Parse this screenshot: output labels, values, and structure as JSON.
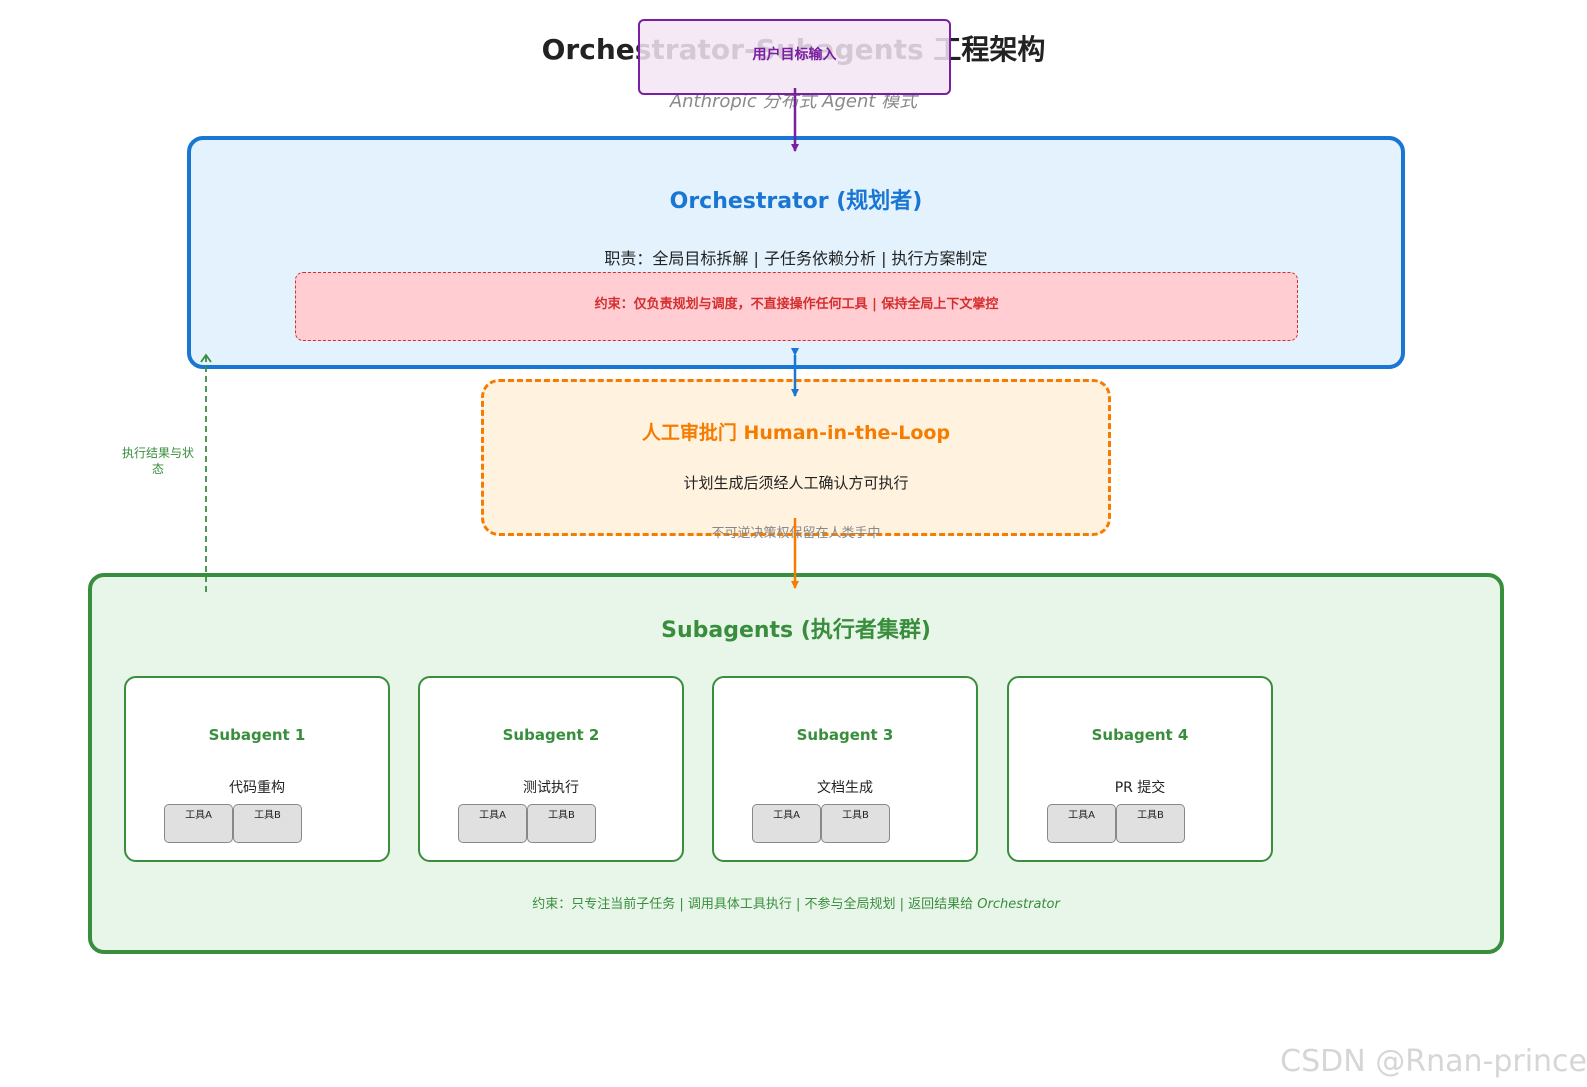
{
  "title": "Orchestrator-Subagents 工程架构",
  "subtitle": "Anthropic 分布式 Agent 模式",
  "user_input": {
    "label": "用户目标输入"
  },
  "orchestrator": {
    "title": "Orchestrator (规划者)",
    "duty": "职责：全局目标拆解 | 子任务依赖分析 | 执行方案制定",
    "constraint": "约束：仅负责规划与调度，不直接操作任何工具 | 保持全局上下文掌控"
  },
  "human_gate": {
    "title": "人工审批门 Human-in-the-Loop",
    "desc": "计划生成后须经人工确认方可执行",
    "note": "不可逆决策权保留在人类手中"
  },
  "feedback": {
    "label": "执行结果与状态"
  },
  "subagents": {
    "title": "Subagents (执行者集群)",
    "agents": [
      {
        "name": "Subagent 1",
        "task": "代码重构",
        "tools": [
          "工具A",
          "工具B"
        ]
      },
      {
        "name": "Subagent 2",
        "task": "测试执行",
        "tools": [
          "工具A",
          "工具B"
        ]
      },
      {
        "name": "Subagent 3",
        "task": "文档生成",
        "tools": [
          "工具A",
          "工具B"
        ]
      },
      {
        "name": "Subagent 4",
        "task": "PR 提交",
        "tools": [
          "工具A",
          "工具B"
        ]
      }
    ],
    "constraint_prefix": "约束：只专注当前子任务 | 调用具体工具执行 | 不参与全局规划 | 返回结果给 ",
    "constraint_target": "Orchestrator"
  },
  "watermark": "CSDN @Rnan-prince",
  "colors": {
    "user": "#7b1fa2",
    "orchestrator": "#1976d2",
    "constraint": "#d32f2f",
    "human": "#f57c00",
    "subagents": "#388e3c"
  }
}
